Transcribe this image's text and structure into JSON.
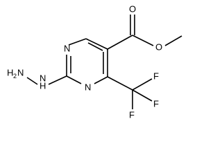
{
  "molecule": {
    "atoms": {
      "n1": "N",
      "n3": "N",
      "o_carbonyl": "O",
      "o_ester": "O",
      "f_a": "F",
      "f_b": "F",
      "f_c": "F",
      "hydrazino_n": "N",
      "hydrazino_nh2_h": "H",
      "hydrazino_nh2_n": "N",
      "hydrazino_nh2_sub": "2",
      "hydrazino_nh_h": "H"
    }
  }
}
